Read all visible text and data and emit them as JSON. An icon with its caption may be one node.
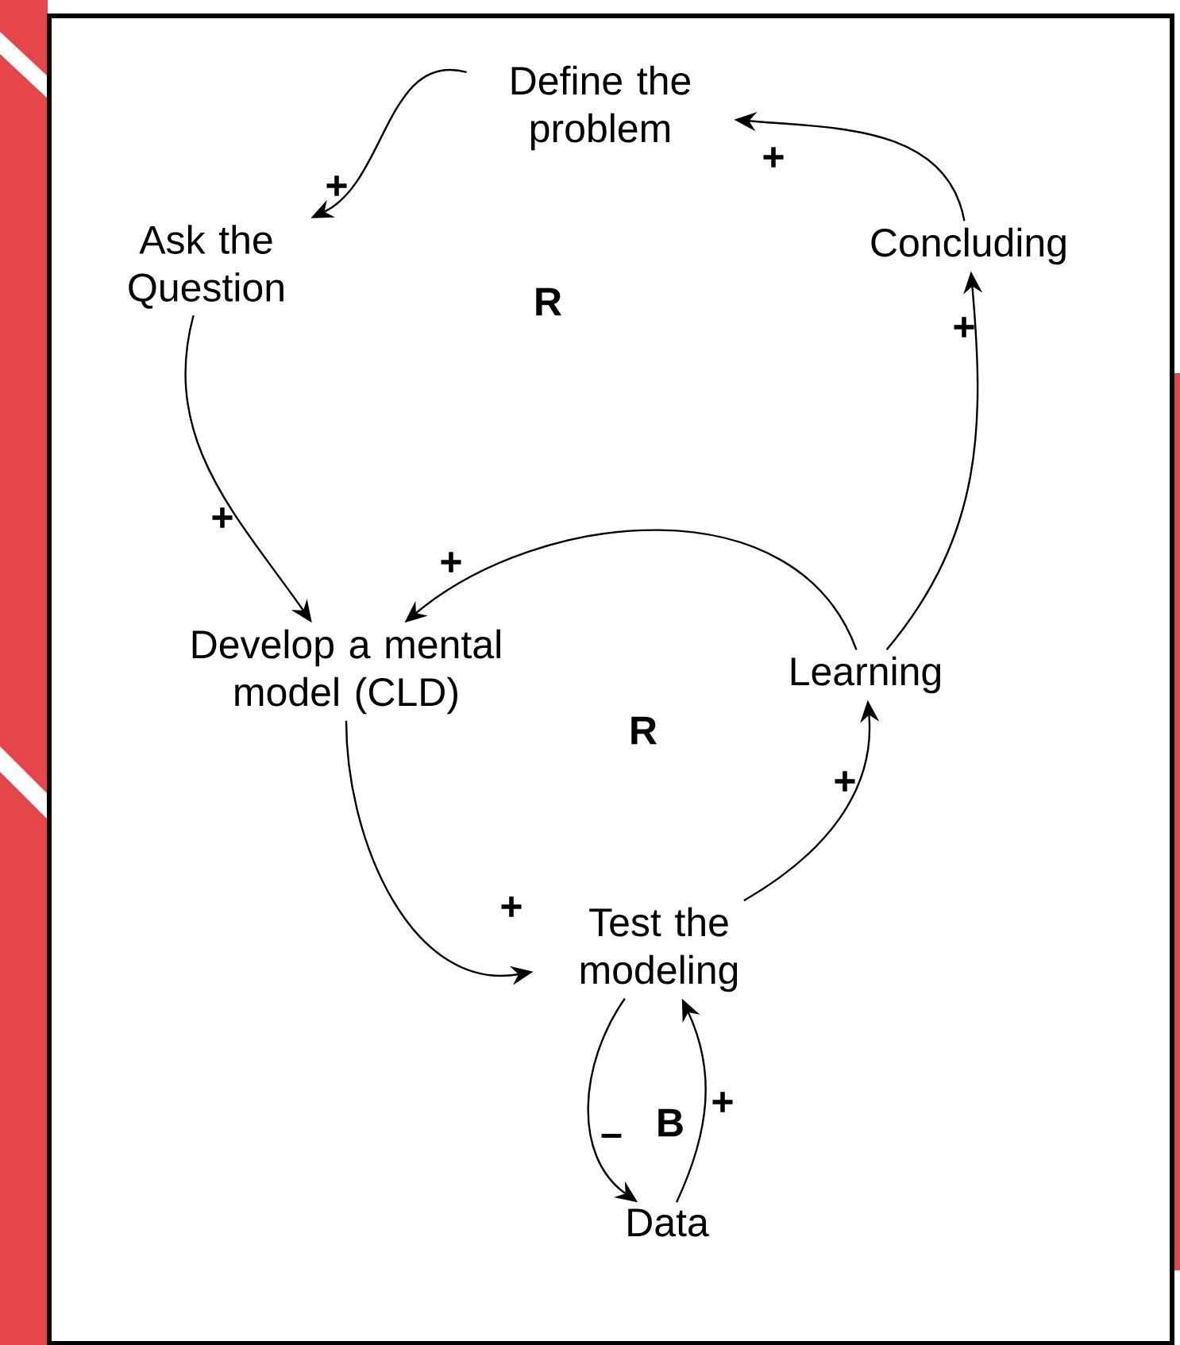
{
  "diagram": {
    "nodes": [
      {
        "text": [
          "Define the problem"
        ]
      },
      {
        "text": [
          "Ask the Question"
        ]
      },
      {
        "text": [
          "Concluding"
        ]
      },
      {
        "text": [
          "Develop a mental model (CLD)"
        ]
      },
      {
        "text": [
          "Learning"
        ]
      },
      {
        "text": [
          "Test the modeling"
        ]
      },
      {
        "text": [
          "Data"
        ]
      }
    ],
    "edges": [
      {
        "from": 0,
        "to": 1,
        "arrow": "to",
        "label": "+"
      },
      {
        "from": 2,
        "to": 0,
        "arrow": "to",
        "label": "+"
      },
      {
        "from": 1,
        "to": 3,
        "arrow": "to",
        "label": "+"
      },
      {
        "from": 4,
        "to": 2,
        "arrow": "to",
        "label": "+"
      },
      {
        "from": 4,
        "to": 3,
        "arrow": "to",
        "label": "+"
      },
      {
        "from": 3,
        "to": 5,
        "arrow": "to",
        "label": "+"
      },
      {
        "from": 5,
        "to": 4,
        "arrow": "to",
        "label": "+"
      },
      {
        "from": 5,
        "to": 6,
        "arrow": "to",
        "label": "–"
      },
      {
        "from": 6,
        "to": 5,
        "arrow": "to",
        "label": "+"
      }
    ],
    "labels": [
      "R",
      "R",
      "B"
    ]
  }
}
